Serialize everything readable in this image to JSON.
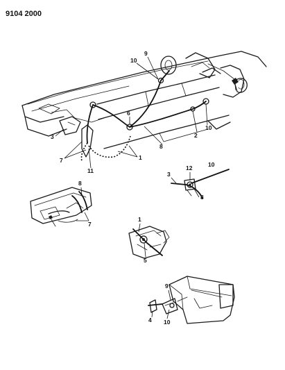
{
  "header": {
    "code": "9104 2000"
  },
  "callouts": {
    "main": [
      "9",
      "10",
      "6",
      "3",
      "7",
      "11",
      "1",
      "8",
      "2",
      "10"
    ],
    "detail_a": [
      "3",
      "12",
      "10",
      "8"
    ],
    "detail_b": [
      "8",
      "7"
    ],
    "detail_c": [
      "1",
      "5"
    ],
    "detail_d": [
      "9",
      "4",
      "10"
    ]
  }
}
